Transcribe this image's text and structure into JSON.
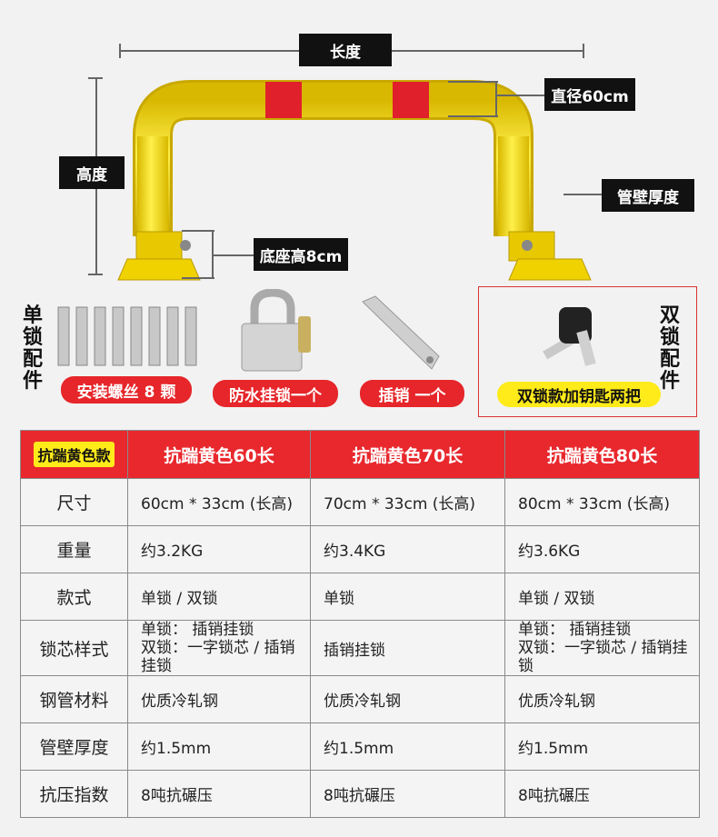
{
  "diagram": {
    "length_label": "长度",
    "height_label": "高度",
    "diameter_label": "直径60cm",
    "wall_label": "管壁厚度",
    "base_label": "底座高8cm"
  },
  "accessories": {
    "single_label": "单锁配件",
    "double_label": "双锁配件",
    "screws": "安装螺丝 8 颗",
    "padlock": "防水挂锁一个",
    "pin": "插销 一个",
    "keys": "双锁款加钥匙两把"
  },
  "table": {
    "header": [
      "抗踹黄色款",
      "抗踹黄色60长",
      "抗踹黄色70长",
      "抗踹黄色80长"
    ],
    "rows": [
      {
        "label": "尺寸",
        "cells": [
          "60cm * 33cm (长高)",
          "70cm * 33cm (长高)",
          "80cm * 33cm (长高)"
        ]
      },
      {
        "label": "重量",
        "cells": [
          "约3.2KG",
          "约3.4KG",
          "约3.6KG"
        ]
      },
      {
        "label": "款式",
        "cells": [
          "单锁 / 双锁",
          "单锁",
          "单锁 / 双锁"
        ]
      },
      {
        "label": "锁芯样式",
        "cells": [
          [
            "单锁：  插销挂锁",
            "双锁：一字锁芯 / 插销挂锁"
          ],
          [
            "插销挂锁"
          ],
          [
            "单锁：  插销挂锁",
            "双锁：一字锁芯 / 插销挂锁"
          ]
        ]
      },
      {
        "label": "钢管材料",
        "cells": [
          "优质冷轧钢",
          "优质冷轧钢",
          "优质冷轧钢"
        ]
      },
      {
        "label": "管壁厚度",
        "cells": [
          "约1.5mm",
          "约1.5mm",
          "约1.5mm"
        ]
      },
      {
        "label": "抗压指数",
        "cells": [
          "8吨抗碾压",
          "8吨抗碾压",
          "8吨抗碾压"
        ]
      }
    ]
  },
  "colors": {
    "yellow": "#f5d800",
    "red": "#e6262a",
    "bg": "#f2f2f2"
  }
}
